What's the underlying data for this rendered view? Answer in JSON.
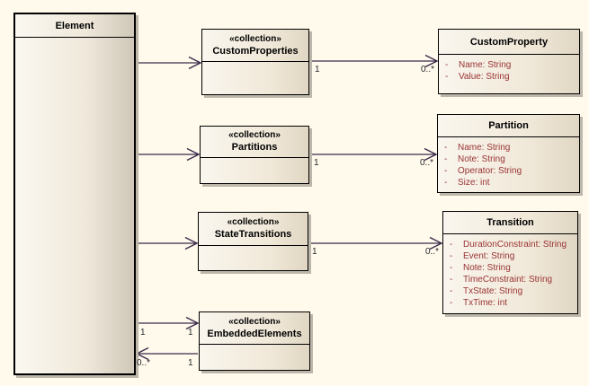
{
  "diagram": {
    "element": {
      "name": "Element"
    },
    "collections": [
      {
        "stereotype": "«collection»",
        "name": "CustomProperties"
      },
      {
        "stereotype": "«collection»",
        "name": "Partitions"
      },
      {
        "stereotype": "«collection»",
        "name": "StateTransitions"
      },
      {
        "stereotype": "«collection»",
        "name": "EmbeddedElements"
      }
    ],
    "classes": [
      {
        "name": "CustomProperty",
        "attributes": [
          {
            "vis": "-",
            "text": "Name: String"
          },
          {
            "vis": "-",
            "text": "Value: String"
          }
        ]
      },
      {
        "name": "Partition",
        "attributes": [
          {
            "vis": "-",
            "text": "Name: String"
          },
          {
            "vis": "-",
            "text": "Note: String"
          },
          {
            "vis": "-",
            "text": "Operator: String"
          },
          {
            "vis": "-",
            "text": "Size: int"
          }
        ]
      },
      {
        "name": "Transition",
        "attributes": [
          {
            "vis": "-",
            "text": "DurationConstraint: String"
          },
          {
            "vis": "-",
            "text": "Event: String"
          },
          {
            "vis": "-",
            "text": "Note: String"
          },
          {
            "vis": "-",
            "text": "TimeConstraint: String"
          },
          {
            "vis": "-",
            "text": "TxState: String"
          },
          {
            "vis": "-",
            "text": "TxTime: int"
          }
        ]
      }
    ],
    "multiplicities": {
      "customproperties_src": "1",
      "customproperty_tgt": "0..*",
      "partitions_src": "1",
      "partition_tgt": "0..*",
      "statetransitions_src": "1",
      "transition_tgt": "0..*",
      "embedded_top_src": "1",
      "embedded_top_tgt": "1",
      "embedded_bottom_src": "0..*",
      "embedded_bottom_tgt": "1"
    },
    "colors": {
      "background": "#FFFAEC",
      "connector": "#3A2A4A",
      "attribute_text": "#993333",
      "box_border": "#000000",
      "box_shadow": "#BCB7AA"
    }
  }
}
